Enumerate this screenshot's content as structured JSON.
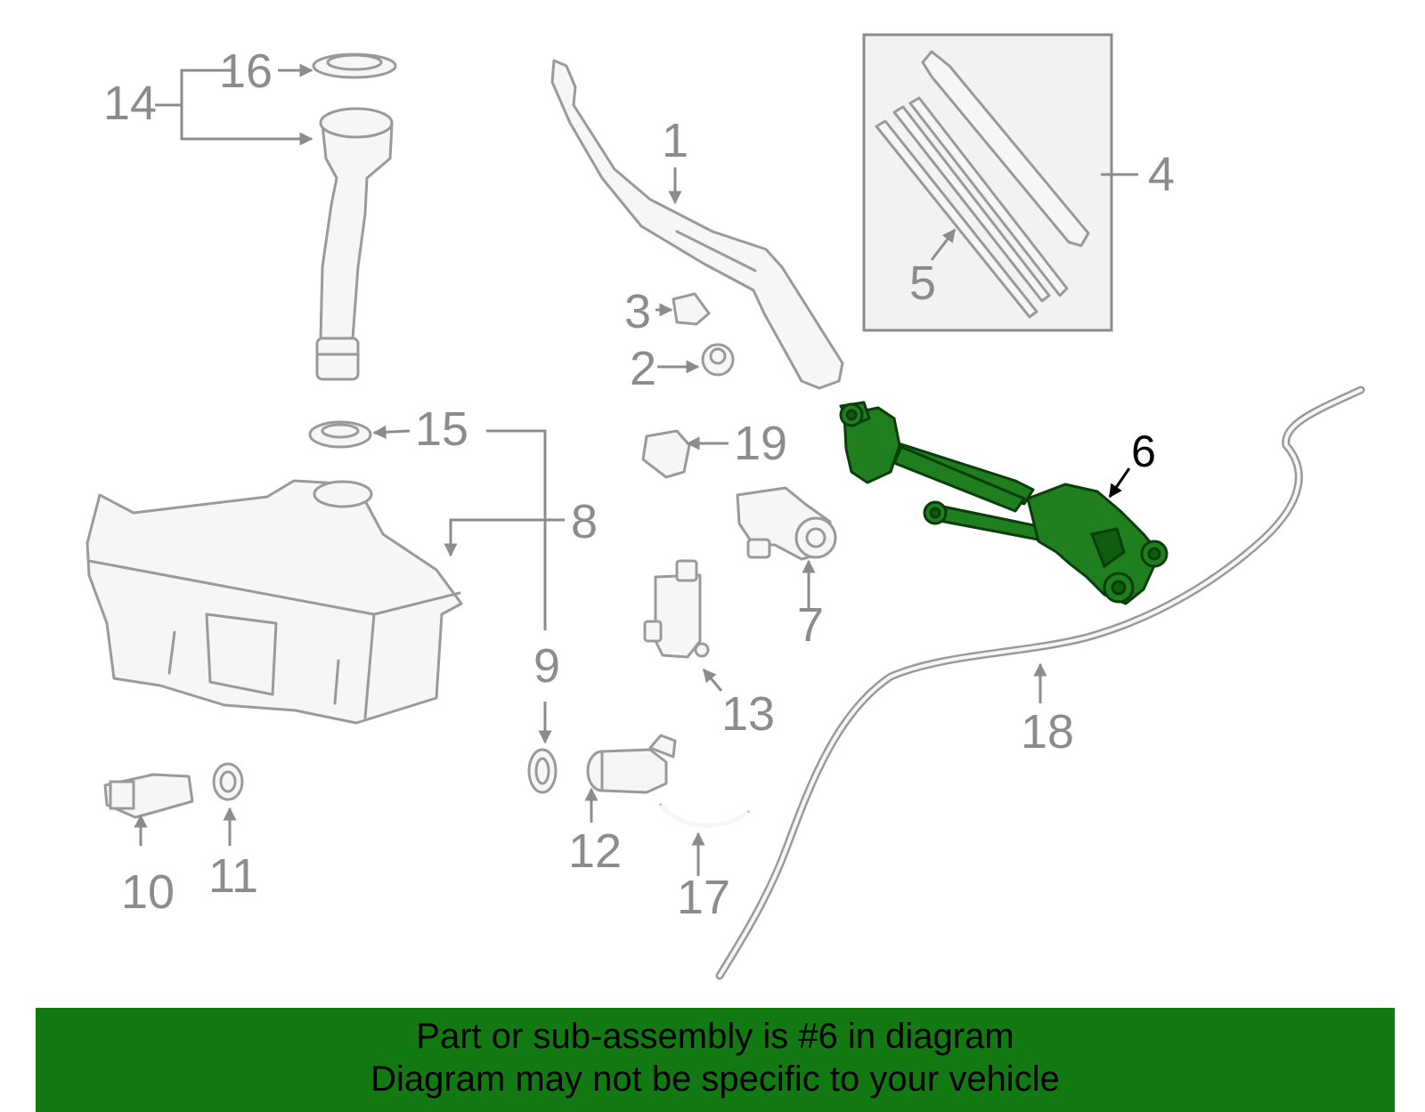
{
  "diagram": {
    "callouts": [
      "1",
      "2",
      "3",
      "4",
      "5",
      "6",
      "7",
      "8",
      "9",
      "10",
      "11",
      "12",
      "13",
      "14",
      "15",
      "16",
      "17",
      "18",
      "19"
    ],
    "highlighted_part": "6",
    "highlight_color": "#1f7f1f",
    "line_color": "#9a9a9a"
  },
  "banner": {
    "line1": "Part or sub-assembly is #6 in diagram",
    "line2": "Diagram may not be specific to your vehicle",
    "background": "#137a13"
  }
}
